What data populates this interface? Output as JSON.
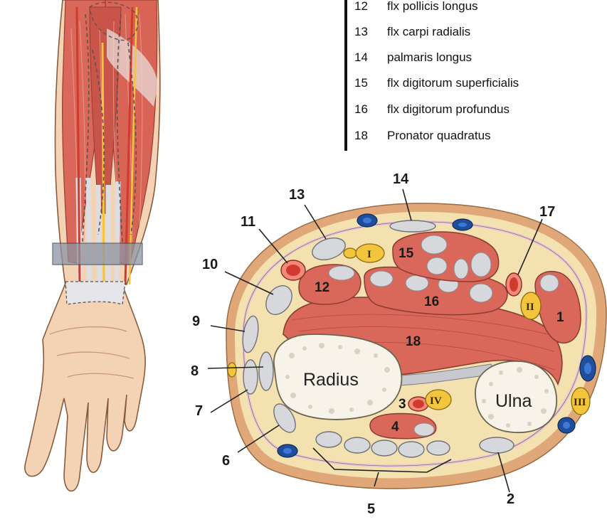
{
  "legend": [
    {
      "num": "12",
      "name": "flx pollicis longus"
    },
    {
      "num": "13",
      "name": "flx carpi radialis"
    },
    {
      "num": "14",
      "name": "palmaris longus"
    },
    {
      "num": "15",
      "name": "flx digitorum superficialis"
    },
    {
      "num": "16",
      "name": "flx digitorum profundus"
    },
    {
      "num": "18",
      "name": "Pronator quadratus"
    }
  ],
  "callouts": {
    "c1": "1",
    "c2": "2",
    "c3": "3",
    "c4": "4",
    "c5": "5",
    "c6": "6",
    "c7": "7",
    "c8": "8",
    "c9": "9",
    "c10": "10",
    "c11": "11",
    "c12": "12",
    "c13": "13",
    "c14": "14",
    "c15": "15",
    "c16": "16",
    "c17": "17",
    "c18": "18"
  },
  "bones": {
    "radius": "Radius",
    "ulna": "Ulna"
  },
  "nerves": {
    "n1": "I",
    "n2": "II",
    "n3": "III",
    "n4": "IV"
  },
  "colors": {
    "muscle": "#d9685a",
    "muscle_dark": "#b84a3f",
    "fat": "#f3e2b0",
    "skin": "#e0a878",
    "skin_light": "#f4d3b5",
    "tendon": "#cfd0d4",
    "vein": "#1f4f9c",
    "artery": "#d13a2e",
    "nerve": "#f2c53d",
    "bone": "#f7f3e8",
    "fascia": "#e9c8d6"
  }
}
